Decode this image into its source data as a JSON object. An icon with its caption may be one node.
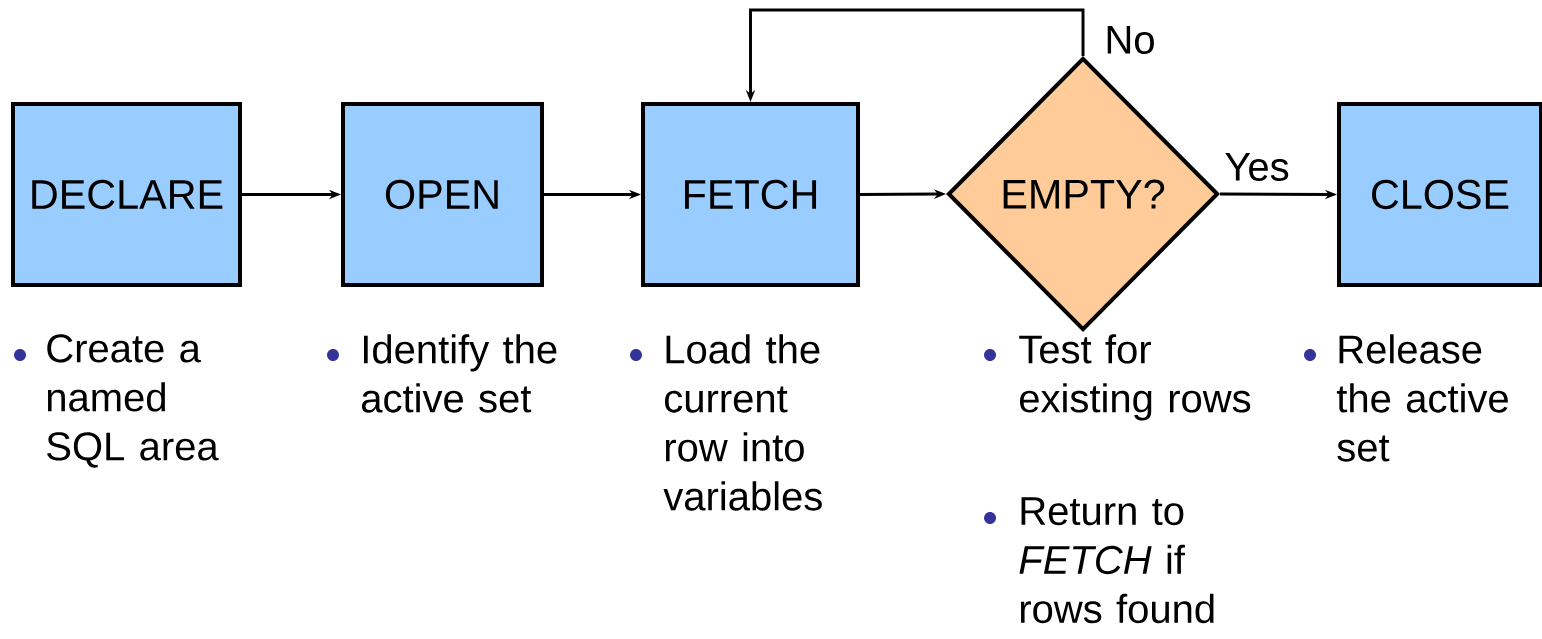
{
  "diagram": {
    "nodes": [
      {
        "text": [
          "DECLARE"
        ],
        "beside": [
          "Create a named SQL area"
        ]
      },
      {
        "text": [
          "OPEN"
        ],
        "beside": [
          "Identify the active set"
        ]
      },
      {
        "text": [
          "FETCH"
        ],
        "beside": [
          "Load the current row into variables"
        ]
      },
      {
        "text": [
          "EMPTY?"
        ],
        "beside": [
          "Test for existing rows",
          "Return to *FETCH* if rows found"
        ]
      },
      {
        "text": [
          "CLOSE"
        ],
        "beside": [
          "Release the active set"
        ]
      }
    ],
    "edges": [
      {
        "from": 0,
        "to": 1,
        "arrow": "to"
      },
      {
        "from": 1,
        "to": 2,
        "arrow": "to"
      },
      {
        "from": 2,
        "to": 3,
        "arrow": "to"
      },
      {
        "from": 3,
        "to": 4,
        "arrow": "to",
        "label": "Yes"
      },
      {
        "from": 3,
        "to": 2,
        "arrow": "to",
        "label": "No"
      }
    ]
  }
}
